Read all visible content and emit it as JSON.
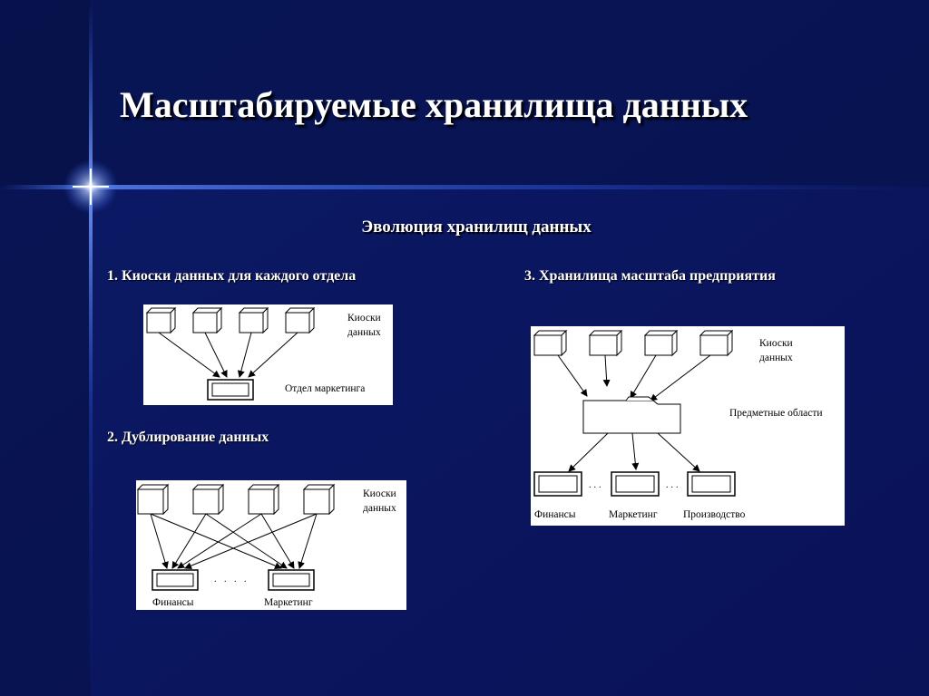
{
  "slide": {
    "title": "Масштабируемые хранилища данных",
    "subtitle": "Эволюция хранилищ данных",
    "background_color": "#0a1560"
  },
  "sections": {
    "s1": {
      "label": "1. Киоски данных для каждого отдела"
    },
    "s2": {
      "label": "2. Дублирование данных"
    },
    "s3": {
      "label": "3. Хранилища масштаба предприятия"
    }
  },
  "diagram1": {
    "kiosks_line1": "Киоски",
    "kiosks_line2": "данных",
    "target_label": "Отдел маркетинга"
  },
  "diagram2": {
    "kiosks_line1": "Киоски",
    "kiosks_line2": "данных",
    "dots": ". . . .",
    "target1_label": "Финансы",
    "target2_label": "Маркетинг"
  },
  "diagram3": {
    "kiosks_line1": "Киоски",
    "kiosks_line2": "данных",
    "subject_areas": "Предметные области",
    "dots1": "...",
    "dots2": "...",
    "target1_label": "Финансы",
    "target2_label": "Маркетинг",
    "target3_label": "Производство"
  }
}
